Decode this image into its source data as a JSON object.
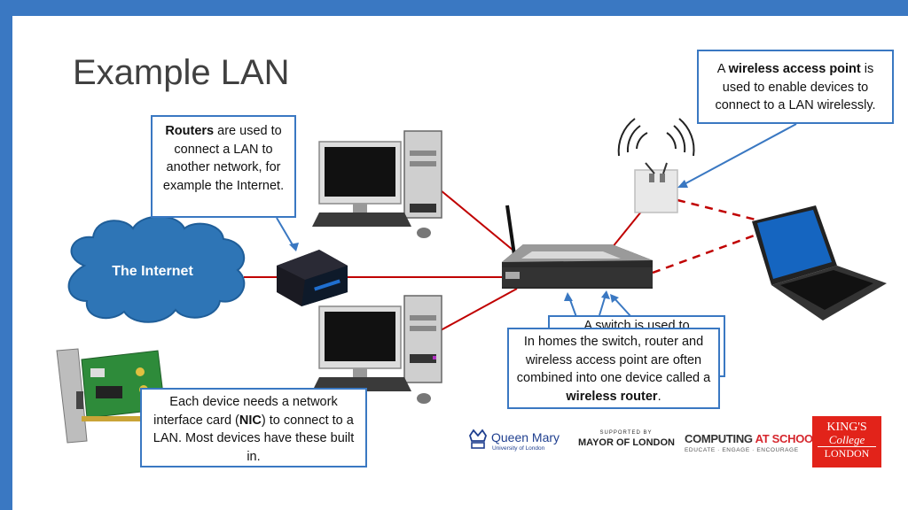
{
  "title": "Example LAN",
  "callouts": {
    "wap_pre": "A ",
    "wap_bold": "wireless access point",
    "wap_post": " is used to enable devices to connect to a LAN wirelessly.",
    "routers_bold": "Routers",
    "routers_post": " are used to connect a LAN to another network, for example the Internet.",
    "switch_partial": "A switch is used to",
    "homes_pre": "In homes the switch, router and wireless access point are often combined into one device called a ",
    "homes_bold": "wireless router",
    "homes_post": ".",
    "nic_pre": "Each device needs a network interface card (",
    "nic_bold": "NIC",
    "nic_post": ") to connect to a LAN. Most devices have these built in."
  },
  "internet_label": "The Internet",
  "logos": {
    "qm_name": "Queen Mary",
    "qm_sub": "University of London",
    "mayor_top": "SUPPORTED BY",
    "mayor_main": "MAYOR OF LONDON",
    "cas_main_1": "COMPUTING ",
    "cas_main_2": "AT SCHOOL",
    "cas_sub": "EDUCATE · ENGAGE · ENCOURAGE",
    "kings_1": "KING'S",
    "kings_2": "College",
    "kings_3": "LONDON"
  },
  "colors": {
    "frame": "#3a78c2",
    "callout_border": "#3a78c2",
    "wired_link": "#c00000",
    "wireless_link": "#c00000",
    "cloud": "#2e75b6",
    "kings_red": "#e2231a",
    "cas_red": "#d6262d"
  }
}
